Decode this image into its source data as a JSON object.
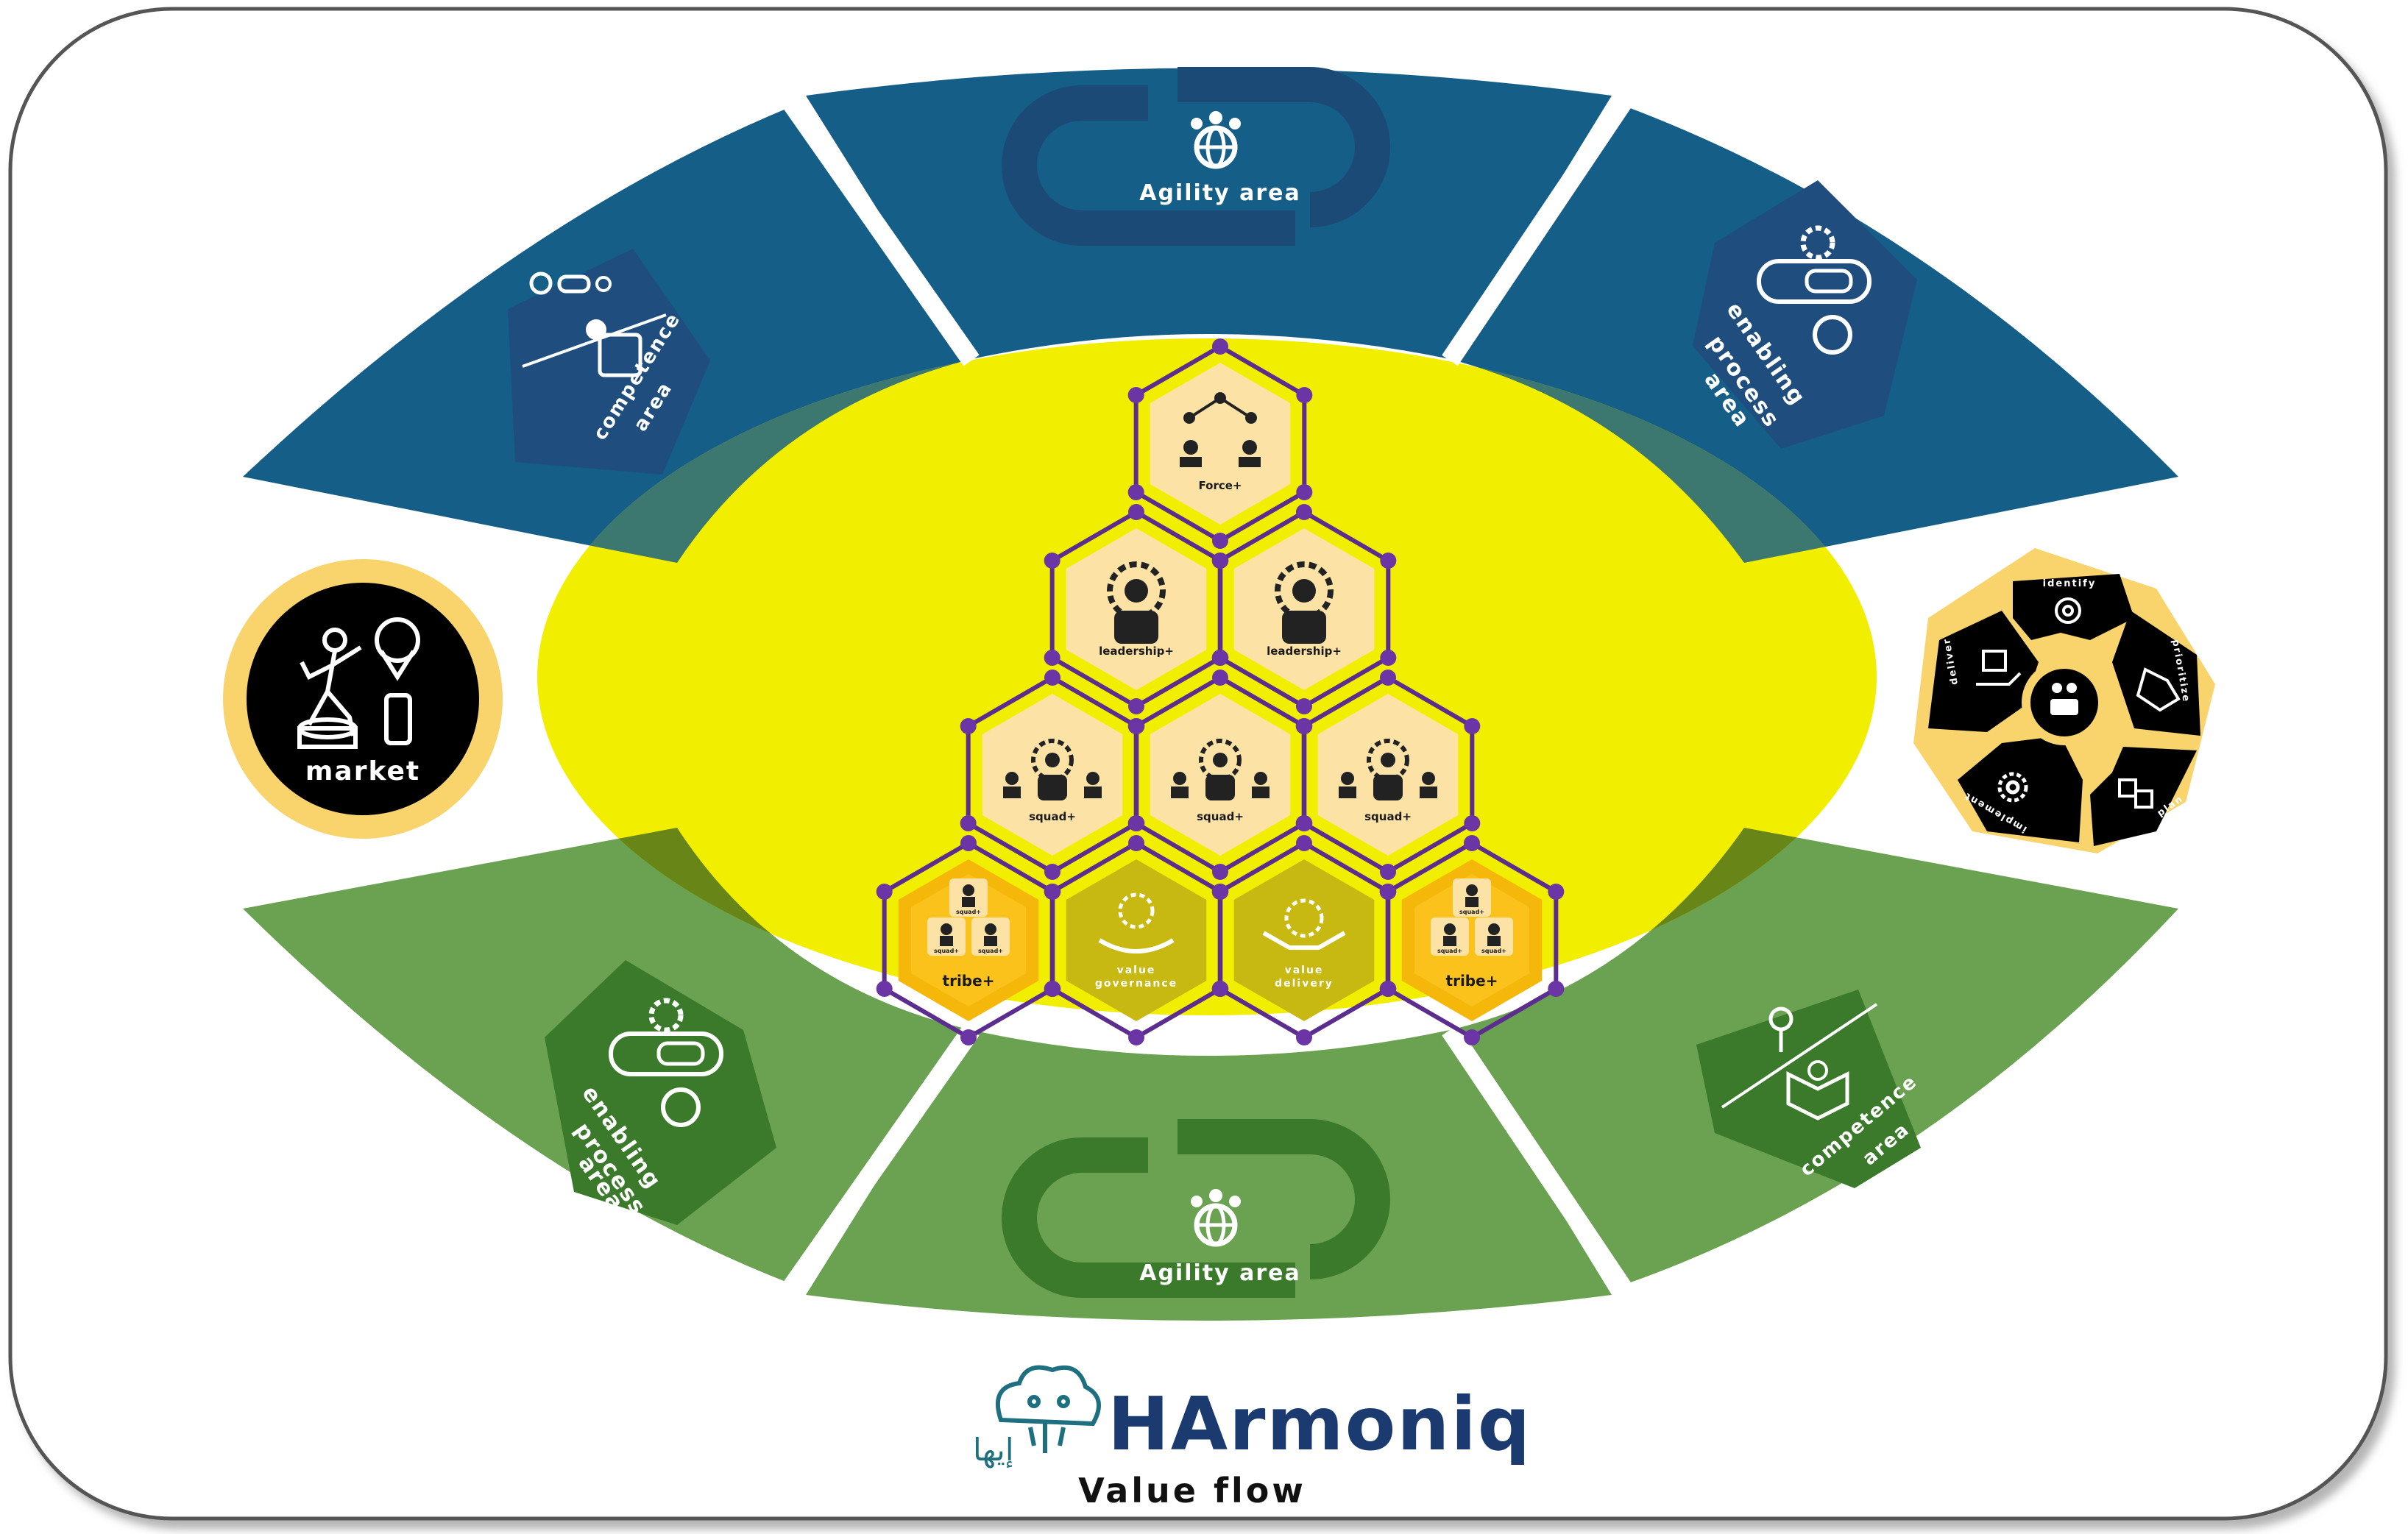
{
  "colors": {
    "frame_border": "#555555",
    "blue_band": "#145E87",
    "green_band": "#6AA251",
    "dark_green": "#3A7A2A",
    "yellow_oval": "#F2EE00",
    "hex_fill": "#FDE2A6",
    "hex_border": "#5B2D8E",
    "node_purple": "#6B35A6",
    "gold": "#F6B70B",
    "olive": "#C7B911",
    "market_ring": "#F9D36B",
    "brand_teal": "#1E6F80",
    "brand_navy": "#1B3B70"
  },
  "top_band": {
    "agility": {
      "label": "Agility area",
      "icon": "globe-people-icon"
    },
    "competence": {
      "label_line1": "competence",
      "label_line2": "area",
      "icon": "gear-chain-idea-icon"
    },
    "enabling": {
      "label_line1": "enabling",
      "label_line2": "process",
      "label_line3": "area",
      "icon": "gear-chain-clock-icon"
    }
  },
  "bottom_band": {
    "agility": {
      "label": "Agility area",
      "icon": "globe-people-icon"
    },
    "competence": {
      "label_line1": "competence",
      "label_line2": "area",
      "icon": "ideas-book-icon"
    },
    "enabling": {
      "label_line1": "enabling",
      "label_line2": "process",
      "label_line3": "area",
      "icon": "gear-chain-clock-icon"
    }
  },
  "market": {
    "label": "market",
    "icon": "climber-location-icon"
  },
  "cycle_wheel": {
    "center_icon": "team-market-icon",
    "segments": [
      {
        "label": "identify",
        "icon": "people-target-icon"
      },
      {
        "label": "prioritize",
        "icon": "handshake-icon"
      },
      {
        "label": "plan",
        "icon": "puzzle-icon"
      },
      {
        "label": "implement",
        "icon": "gear-icon"
      },
      {
        "label": "deliver",
        "icon": "box-hand-icon"
      }
    ]
  },
  "pyramid": {
    "force": {
      "label": "Force+"
    },
    "leadership": [
      {
        "label": "leadership+"
      },
      {
        "label": "leadership+"
      }
    ],
    "squads": [
      {
        "label": "squad+"
      },
      {
        "label": "squad+"
      },
      {
        "label": "squad+"
      }
    ],
    "tribe_left": {
      "label": "tribe+",
      "mini_labels": [
        "squad+",
        "squad+",
        "squad+"
      ]
    },
    "value_governance": {
      "line1": "value",
      "line2": "governance"
    },
    "value_delivery": {
      "line1": "value",
      "line2": "delivery"
    },
    "tribe_right": {
      "label": "tribe+",
      "mini_labels": [
        "squad+",
        "squad+",
        "squad+"
      ]
    }
  },
  "brand": {
    "logo_icon": "tree-brain-icon",
    "name": "HArmoniq",
    "arabic": "إيها",
    "subtitle": "Value flow"
  }
}
